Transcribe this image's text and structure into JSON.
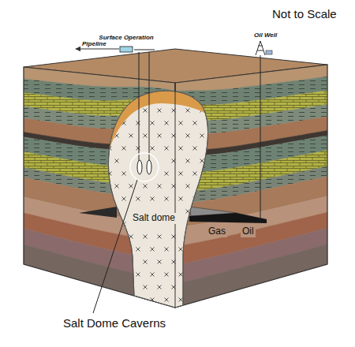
{
  "diagram": {
    "labels": [
      "Not to Scale",
      "Pipeline",
      "Surface Operation",
      "Oil Well",
      "Salt dome",
      "Gas",
      "Oil",
      "Salt Dome Caverns"
    ]
  }
}
